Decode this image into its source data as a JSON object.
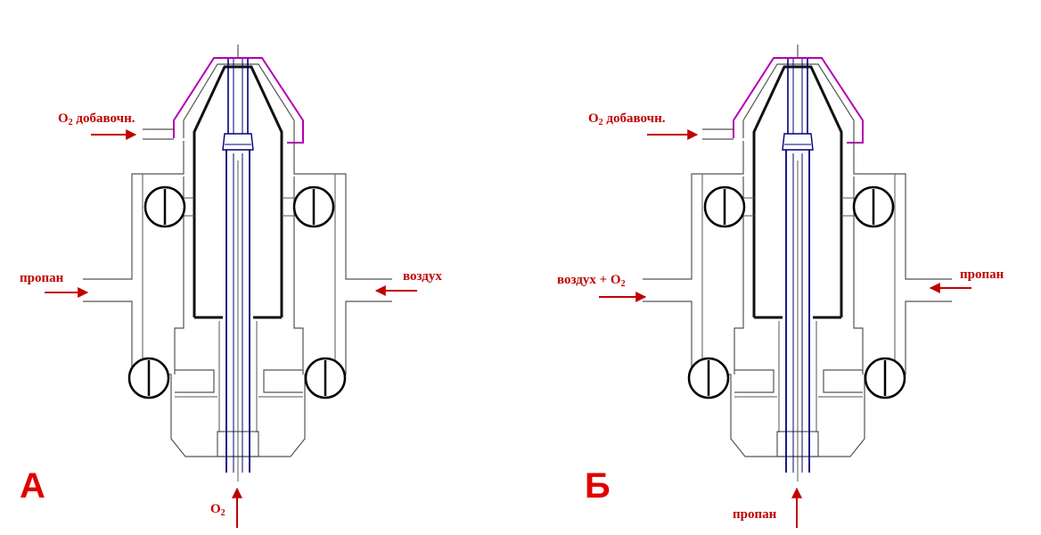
{
  "colors": {
    "outline": "#444444",
    "thick": "#111111",
    "nozzle": "#00007a",
    "cap": "#b400b4",
    "arrow": "#c00000",
    "label": "#c00000"
  },
  "diagrams": [
    {
      "letter": "А",
      "labels": {
        "top_o2": "O",
        "top_o2_sub": "2",
        "top_rest": " добавочн.",
        "left": "пропан",
        "right": "воздух",
        "bottom": "O",
        "bottom_sub": "2"
      }
    },
    {
      "letter": "Б",
      "labels": {
        "top_o2": "O",
        "top_o2_sub": "2",
        "top_rest": " добавочн.",
        "left": "воздух + O",
        "left_sub": "2",
        "right": "пропан",
        "bottom": "пропан"
      }
    }
  ]
}
